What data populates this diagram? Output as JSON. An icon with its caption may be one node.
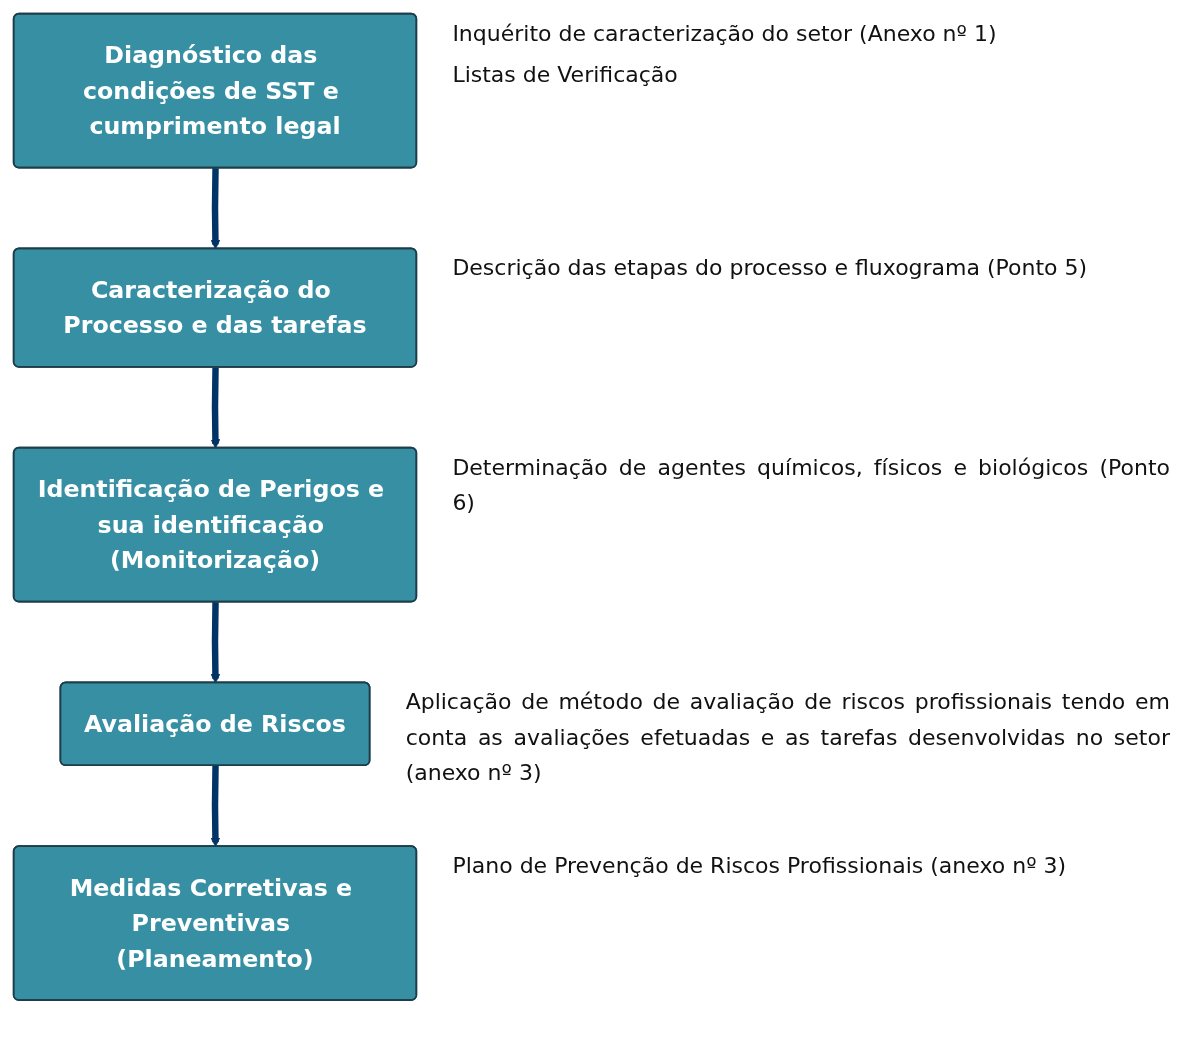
{
  "diagram": {
    "nodes": [
      {
        "text": [
          "Diagnóstico das condições de SST e cumprimento legal"
        ],
        "beside": [
          "Inquérito de caracterização do setor (Anexo nº 1)",
          "Listas de Verificação"
        ]
      },
      {
        "text": [
          "Caracterização do Processo e das tarefas"
        ],
        "beside": [
          "Descrição das etapas do processo e fluxograma (Ponto 5)"
        ]
      },
      {
        "text": [
          "Identificação de Perigos e sua identificação (Monitorização)"
        ],
        "beside": [
          "Determinação de agentes químicos, físicos e biológicos (Ponto 6)"
        ]
      },
      {
        "text": [
          "Avaliação de Riscos"
        ],
        "beside": [
          "Aplicação de método de avaliação de riscos profissionais tendo em conta as avaliações efetuadas e as tarefas desenvolvidas no setor (anexo nº 3)"
        ]
      },
      {
        "text": [
          "Medidas Corretivas e Preventivas (Planeamento)"
        ],
        "beside": [
          "Plano de Prevenção de Riscos Profissionais (anexo nº 3)"
        ]
      }
    ],
    "edges": [
      {
        "from": 0,
        "to": 1,
        "arrow": "to"
      },
      {
        "from": 1,
        "to": 2,
        "arrow": "to"
      },
      {
        "from": 2,
        "to": 3,
        "arrow": "to"
      },
      {
        "from": 3,
        "to": 4,
        "arrow": "to"
      }
    ]
  }
}
